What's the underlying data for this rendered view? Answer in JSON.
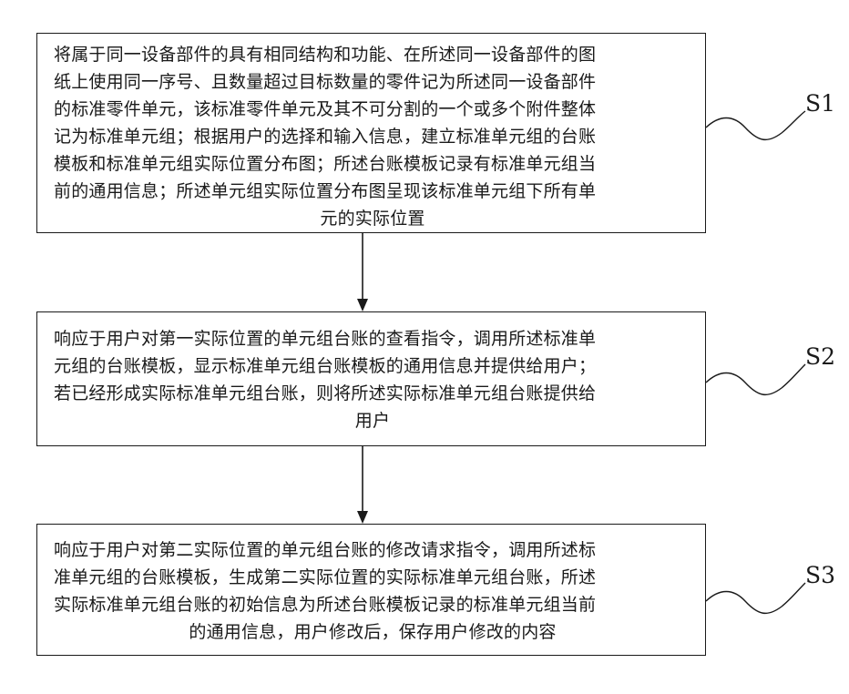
{
  "steps": [
    {
      "id": "S1",
      "label": "S1",
      "lines": [
        "将属于同一设备部件的具有相同结构和功能、在所述同一设备部件的图",
        "纸上使用同一序号、且数量超过目标数量的零件记为所述同一设备部件",
        "的标准零件单元，该标准零件单元及其不可分割的一个或多个附件整体",
        "记为标准单元组；根据用户的选择和输入信息，建立标准单元组的台账",
        "模板和标准单元组实际位置分布图；所述台账模板记录有标准单元组当",
        "前的通用信息；所述单元组实际位置分布图呈现该标准单元组下所有单",
        "元的实际位置"
      ]
    },
    {
      "id": "S2",
      "label": "S2",
      "lines": [
        "响应于用户对第一实际位置的单元组台账的查看指令，调用所述标准单",
        "元组的台账模板，显示标准单元组台账模板的通用信息并提供给用户；",
        "若已经形成实际标准单元组台账，则将所述实际标准单元组台账提供给",
        "用户"
      ]
    },
    {
      "id": "S3",
      "label": "S3",
      "lines": [
        "响应于用户对第二实际位置的单元组台账的修改请求指令，调用所述标",
        "准单元组的台账模板，生成第二实际位置的实际标准单元组台账，所述",
        "实际标准单元组台账的初始信息为所述台账模板记录的标准单元组当前",
        "的通用信息，用户修改后，保存用户修改的内容"
      ]
    }
  ]
}
